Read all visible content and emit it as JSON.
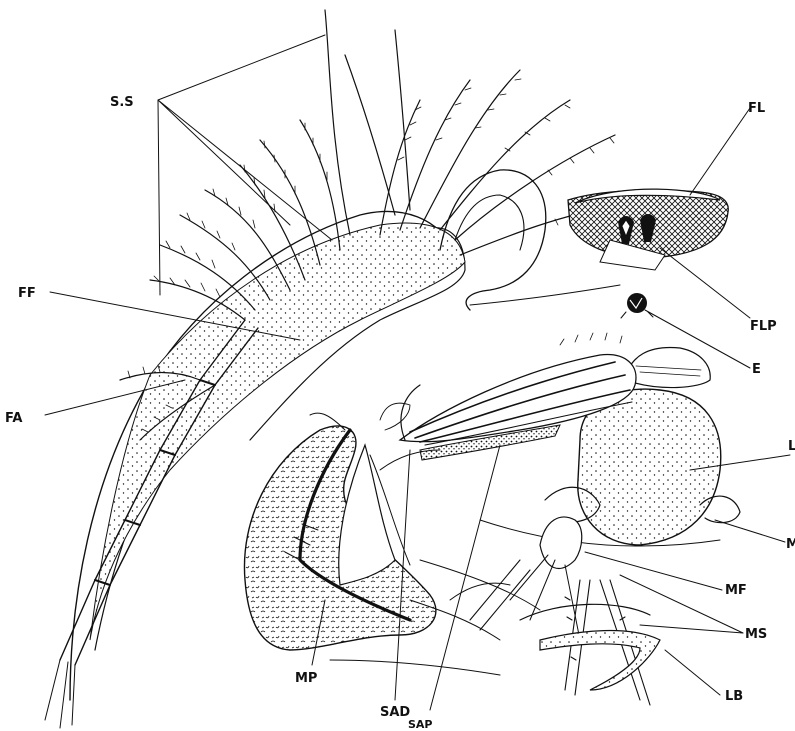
{
  "labels": {
    "ss": "S.S",
    "fl": "FL",
    "ff": "FF",
    "flp": "FLP",
    "e": "E",
    "fa": "FA",
    "l": "L",
    "m": "M",
    "mf": "MF",
    "ms": "MS",
    "lb": "LB",
    "mp": "MP",
    "sad": "SAD",
    "sap": "SAP"
  }
}
